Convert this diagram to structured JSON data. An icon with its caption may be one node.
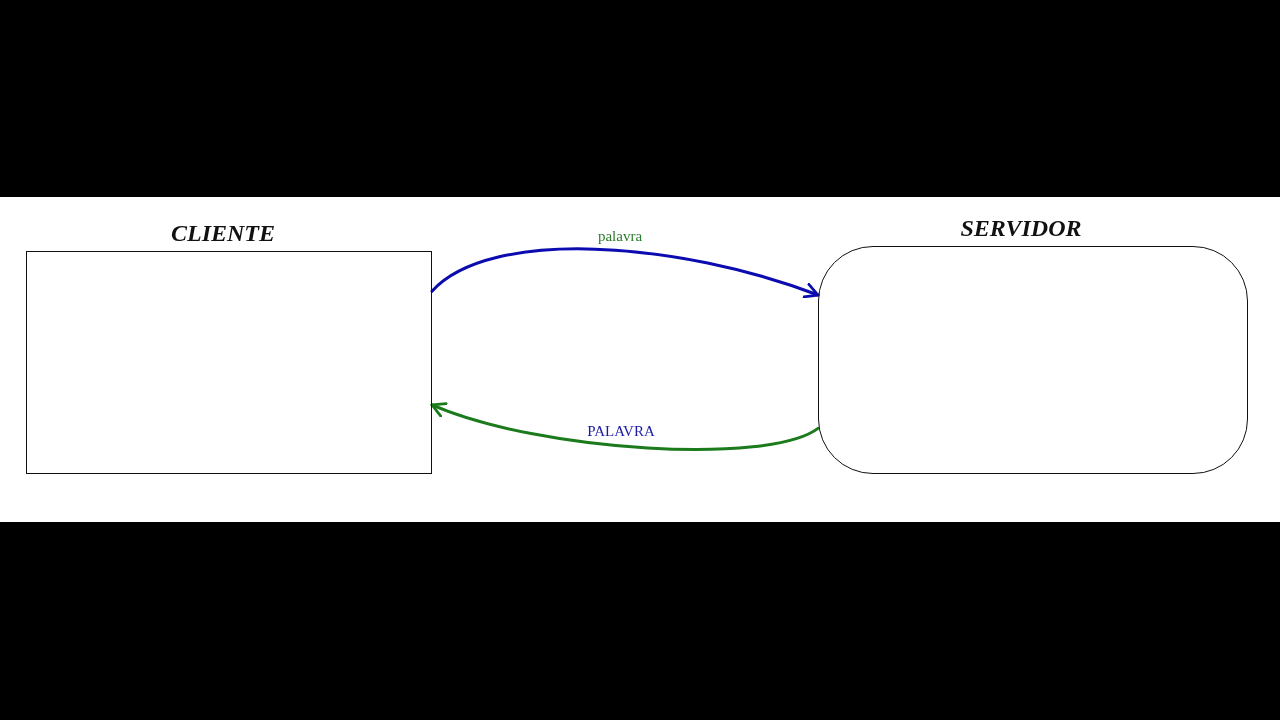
{
  "diagram": {
    "nodes": [
      {
        "text": [
          "CLIENTE"
        ]
      },
      {
        "text": [
          "SERVIDOR"
        ]
      }
    ],
    "edges": [
      {
        "from": 0,
        "to": 1,
        "arrow": "to",
        "label": "palavra",
        "color": "#0b0bb0"
      },
      {
        "from": 1,
        "to": 0,
        "arrow": "to",
        "label": "PALAVRA",
        "color": "#1b7a1b"
      }
    ]
  }
}
